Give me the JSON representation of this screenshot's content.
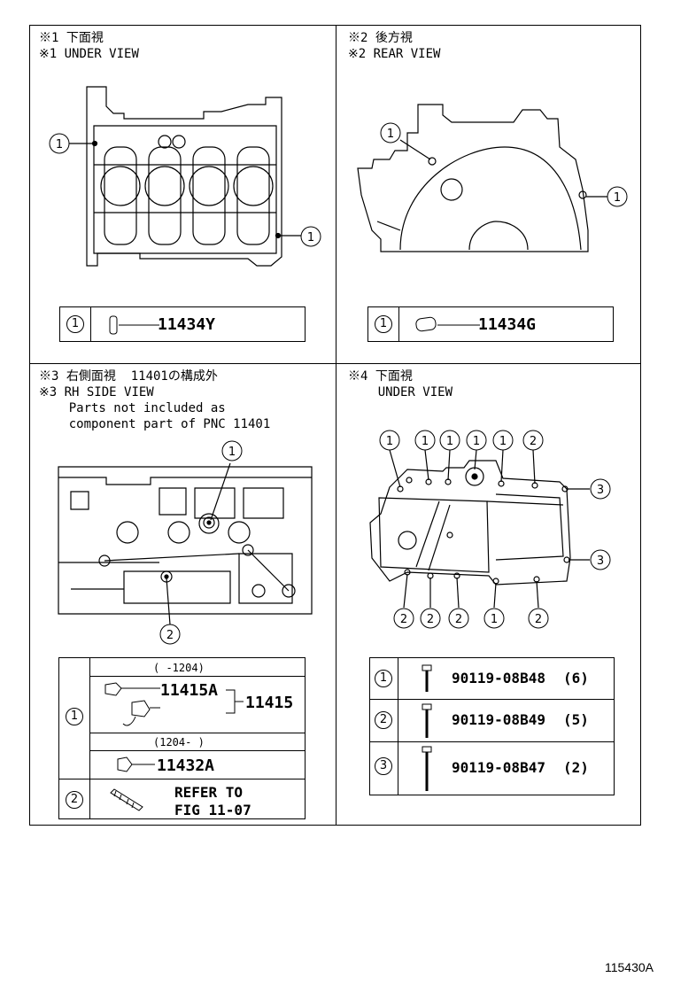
{
  "panels": [
    {
      "jp": "※1 下面視",
      "en": "※1 UNDER VIEW"
    },
    {
      "jp": "※2 後方視",
      "en": "※2 REAR VIEW"
    },
    {
      "jp": "※3 右側面視  11401の構成外",
      "en": "※3 RH SIDE VIEW",
      "note1": "    Parts not included as",
      "note2": "    component part of PNC 11401"
    },
    {
      "jp": "※4 下面視",
      "en": "    UNDER VIEW"
    }
  ],
  "callout": {
    "one": "1",
    "two": "2",
    "three": "3"
  },
  "tables": {
    "p1": {
      "ref": "1",
      "part": "11434Y"
    },
    "p2": {
      "ref": "1",
      "part": "11434G"
    },
    "p3": {
      "row1_ref": "1",
      "range_a": "(    -1204)",
      "part_a": "11415A",
      "part_assy": "11415",
      "range_b": "(1204-     )",
      "part_b": "11432A",
      "row2_ref": "2",
      "refer1": "REFER TO",
      "refer2": "FIG 11-07"
    },
    "p4": [
      {
        "ref": "1",
        "part": "90119-08B48",
        "qty": "(6)"
      },
      {
        "ref": "2",
        "part": "90119-08B49",
        "qty": "(5)"
      },
      {
        "ref": "3",
        "part": "90119-08B47",
        "qty": "(2)"
      }
    ]
  },
  "figure_code": "115430A"
}
